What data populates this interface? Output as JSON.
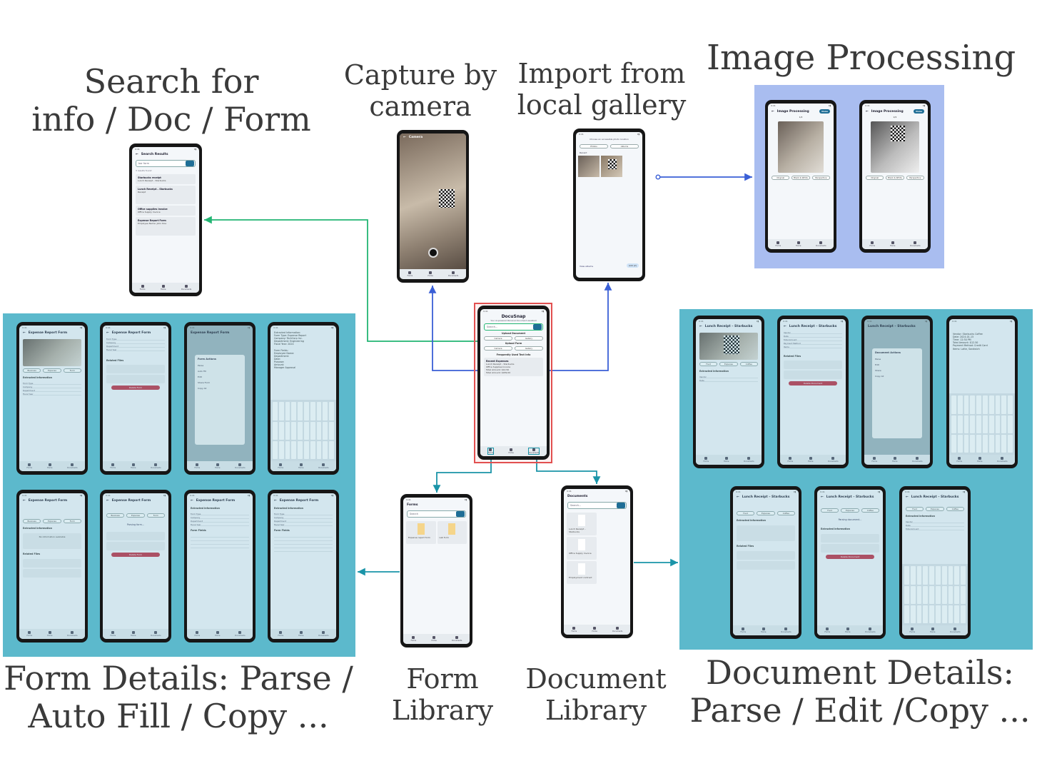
{
  "labels": {
    "search": "Search for\ninfo / Doc / Form",
    "capture": "Capture by\ncamera",
    "import": "Import from\nlocal gallery",
    "image_processing": "Image Processing",
    "form_details": "Form Details: Parse /\nAuto Fill / Copy ...",
    "form_library": "Form\nLibrary",
    "document_library": "Document\nLibrary",
    "document_details": "Document Details:\nParse / Edit /Copy ..."
  },
  "nav": [
    "Forms",
    "Home",
    "Documents"
  ],
  "home": {
    "title": "DocuSnap",
    "subtitle": "Your AI-powered Personal Document Assistant",
    "search_placeholder": "Search...",
    "upload_document": "Upload Document",
    "upload_form": "Upload Form",
    "camera": "Camera",
    "gallery": "Gallery",
    "frequently_used": "Frequently Used Text Info",
    "section": "Recent Expenses",
    "rows": [
      "Lunch Receipt – Starbucks",
      "Office Supplies Invoice",
      "Total Amount: $12.50",
      "Total Amount: $189.00"
    ]
  },
  "search_screen": {
    "title": "Search Results",
    "query": "bar form",
    "count": "3 results found",
    "results": [
      {
        "title": "Starbucks receipt",
        "sub": "Lunch Receipt – Starbucks"
      },
      {
        "title": "Lunch Receipt – Starbucks",
        "sub": "Receipt"
      },
      {
        "title": "Office supplies invoice",
        "sub": "Office Supply Invoice"
      },
      {
        "title": "Expense Report Form",
        "sub": "Employee Name: John Doe"
      }
    ]
  },
  "camera_screen": {
    "title": "Camera"
  },
  "gallery_screen": {
    "prompt": "Choose an accessible photo location",
    "tabs": [
      "Photos",
      "Albums"
    ],
    "section": "Recent",
    "add": "Add (2)",
    "footer": "View albums"
  },
  "image_processing": {
    "title": "Image Processing",
    "done": "Done",
    "tools": [
      "Original",
      "Black & White",
      "Perspective"
    ],
    "counters": [
      "1/2",
      "2/2"
    ]
  },
  "form_library": {
    "title": "Forms",
    "search_placeholder": "Search",
    "items": [
      "Expense report form",
      "Lab form"
    ]
  },
  "document_library": {
    "title": "Documents",
    "search_placeholder": "Search...",
    "items": [
      "Lunch Receipt – Starbucks",
      "Office Supply Invoice",
      "Employment contract"
    ]
  },
  "form_details": {
    "title": "Expense Report Form",
    "tags": [
      "Business",
      "Expense",
      "Form"
    ],
    "extracted": "Extracted Information",
    "fields": [
      "Form Type",
      "Company",
      "Department",
      "Fiscal Year"
    ],
    "form_fields": "Form Fields",
    "related": "Related Files",
    "delete": "Delete Form",
    "actions_title": "Form Actions",
    "actions": [
      "Parse",
      "Auto Fill",
      "Edit",
      "Share Form",
      "Copy All"
    ],
    "note_text": "Extracted Information:\nForm Type: Expense Report\nCompany: TechCorp Inc.\nDepartment: Engineering\nFiscal Year: 2024\n\nForm Fields:\nEmployee Name:\nDepartment:\nDate:\nPurpose:\nAmount:\nManager Approval",
    "no_info": "No information available",
    "parsing": "Parsing form..."
  },
  "document_details": {
    "title": "Lunch Receipt – Starbucks",
    "tags": [
      "Food",
      "Expense",
      "Coffee"
    ],
    "extracted": "Extracted Information",
    "fields": [
      "Vendor",
      "Date",
      "Total Amount",
      "Payment Method",
      "Items"
    ],
    "related": "Related Files",
    "delete": "Delete Document",
    "actions_title": "Document Actions",
    "actions": [
      "Parse",
      "Edit",
      "Share",
      "Copy All"
    ],
    "note_text": "Vendor: Starbucks Coffee\nDate: 2024-01-15\nTime: 12:30 PM\nTotal Amount: $12.50\nPayment Method: Credit Card\nItems: Latte, Sandwich",
    "parsing": "Parsing document..."
  }
}
